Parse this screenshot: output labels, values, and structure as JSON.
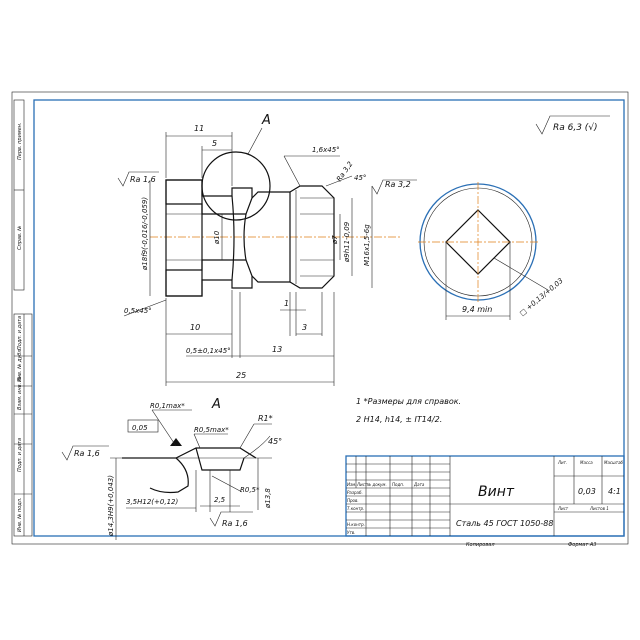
{
  "roughness_general": "Ra 6,3 (√)",
  "main_view": {
    "section_label": "A",
    "dims": {
      "d11": "11",
      "d5": "5",
      "chamfer16": "1,6x45°",
      "ra32_a": "Ra 3,2",
      "ang45": "45°",
      "ra32_b": "Ra 3,2",
      "ra16": "Ra 1,6",
      "dia18": "ø18f9(-0,016/-0,059)",
      "dia10": "ø10",
      "dia7": "ø7",
      "dia9h11": "ø9h11-0,09",
      "thread": "M16x1,5-6g",
      "chamfer05": "0,5x45°",
      "d10": "10",
      "d1": "1",
      "d3": "3",
      "d05": "0,5±0,1x45°",
      "d13": "13",
      "d25": "25"
    }
  },
  "end_view": {
    "flat": "9,4 min",
    "square": "□ +0,13/+0,03"
  },
  "detail_view": {
    "label": "A",
    "r01": "R0,1max*",
    "d005": "0,05",
    "r05max": "R0,5max*",
    "r1": "R1*",
    "ang45": "45°",
    "ra16_a": "Ra 1,6",
    "dia14": "ø14,3H9(+0,043)",
    "dim35": "3,5H12(+0,12)",
    "r05": "R0,5*",
    "dia138": "ø13,8",
    "d25": "2,5",
    "ra16_b": "Ra 1,6"
  },
  "notes": [
    "1 *Размеры для справок.",
    "2 H14, h14, ± IT14/2."
  ],
  "title_block": {
    "name": "Винт",
    "material": "Сталь 45  ГОСТ 1050-88",
    "mass": "0,03",
    "scale": "4:1",
    "col_lit": "Лит.",
    "col_mass": "Масса",
    "col_scale": "Масштаб",
    "sheet": "Лист",
    "sheets": "Листов  1",
    "rows": [
      "Изм.",
      "Лист",
      "№ докум.",
      "Подп.",
      "Дата"
    ],
    "roles": [
      "Разраб.",
      "Пров.",
      "Т.контр.",
      "",
      "Н.контр.",
      "Утв."
    ],
    "copied": "Копировал",
    "format": "Формат  А3"
  },
  "side_stamps": [
    "Перв. примен.",
    "Справ. №",
    "Подп. и дата",
    "Инв. № дубл.",
    "Взам. инв. №",
    "Подп. и дата",
    "Инв. № подл."
  ]
}
